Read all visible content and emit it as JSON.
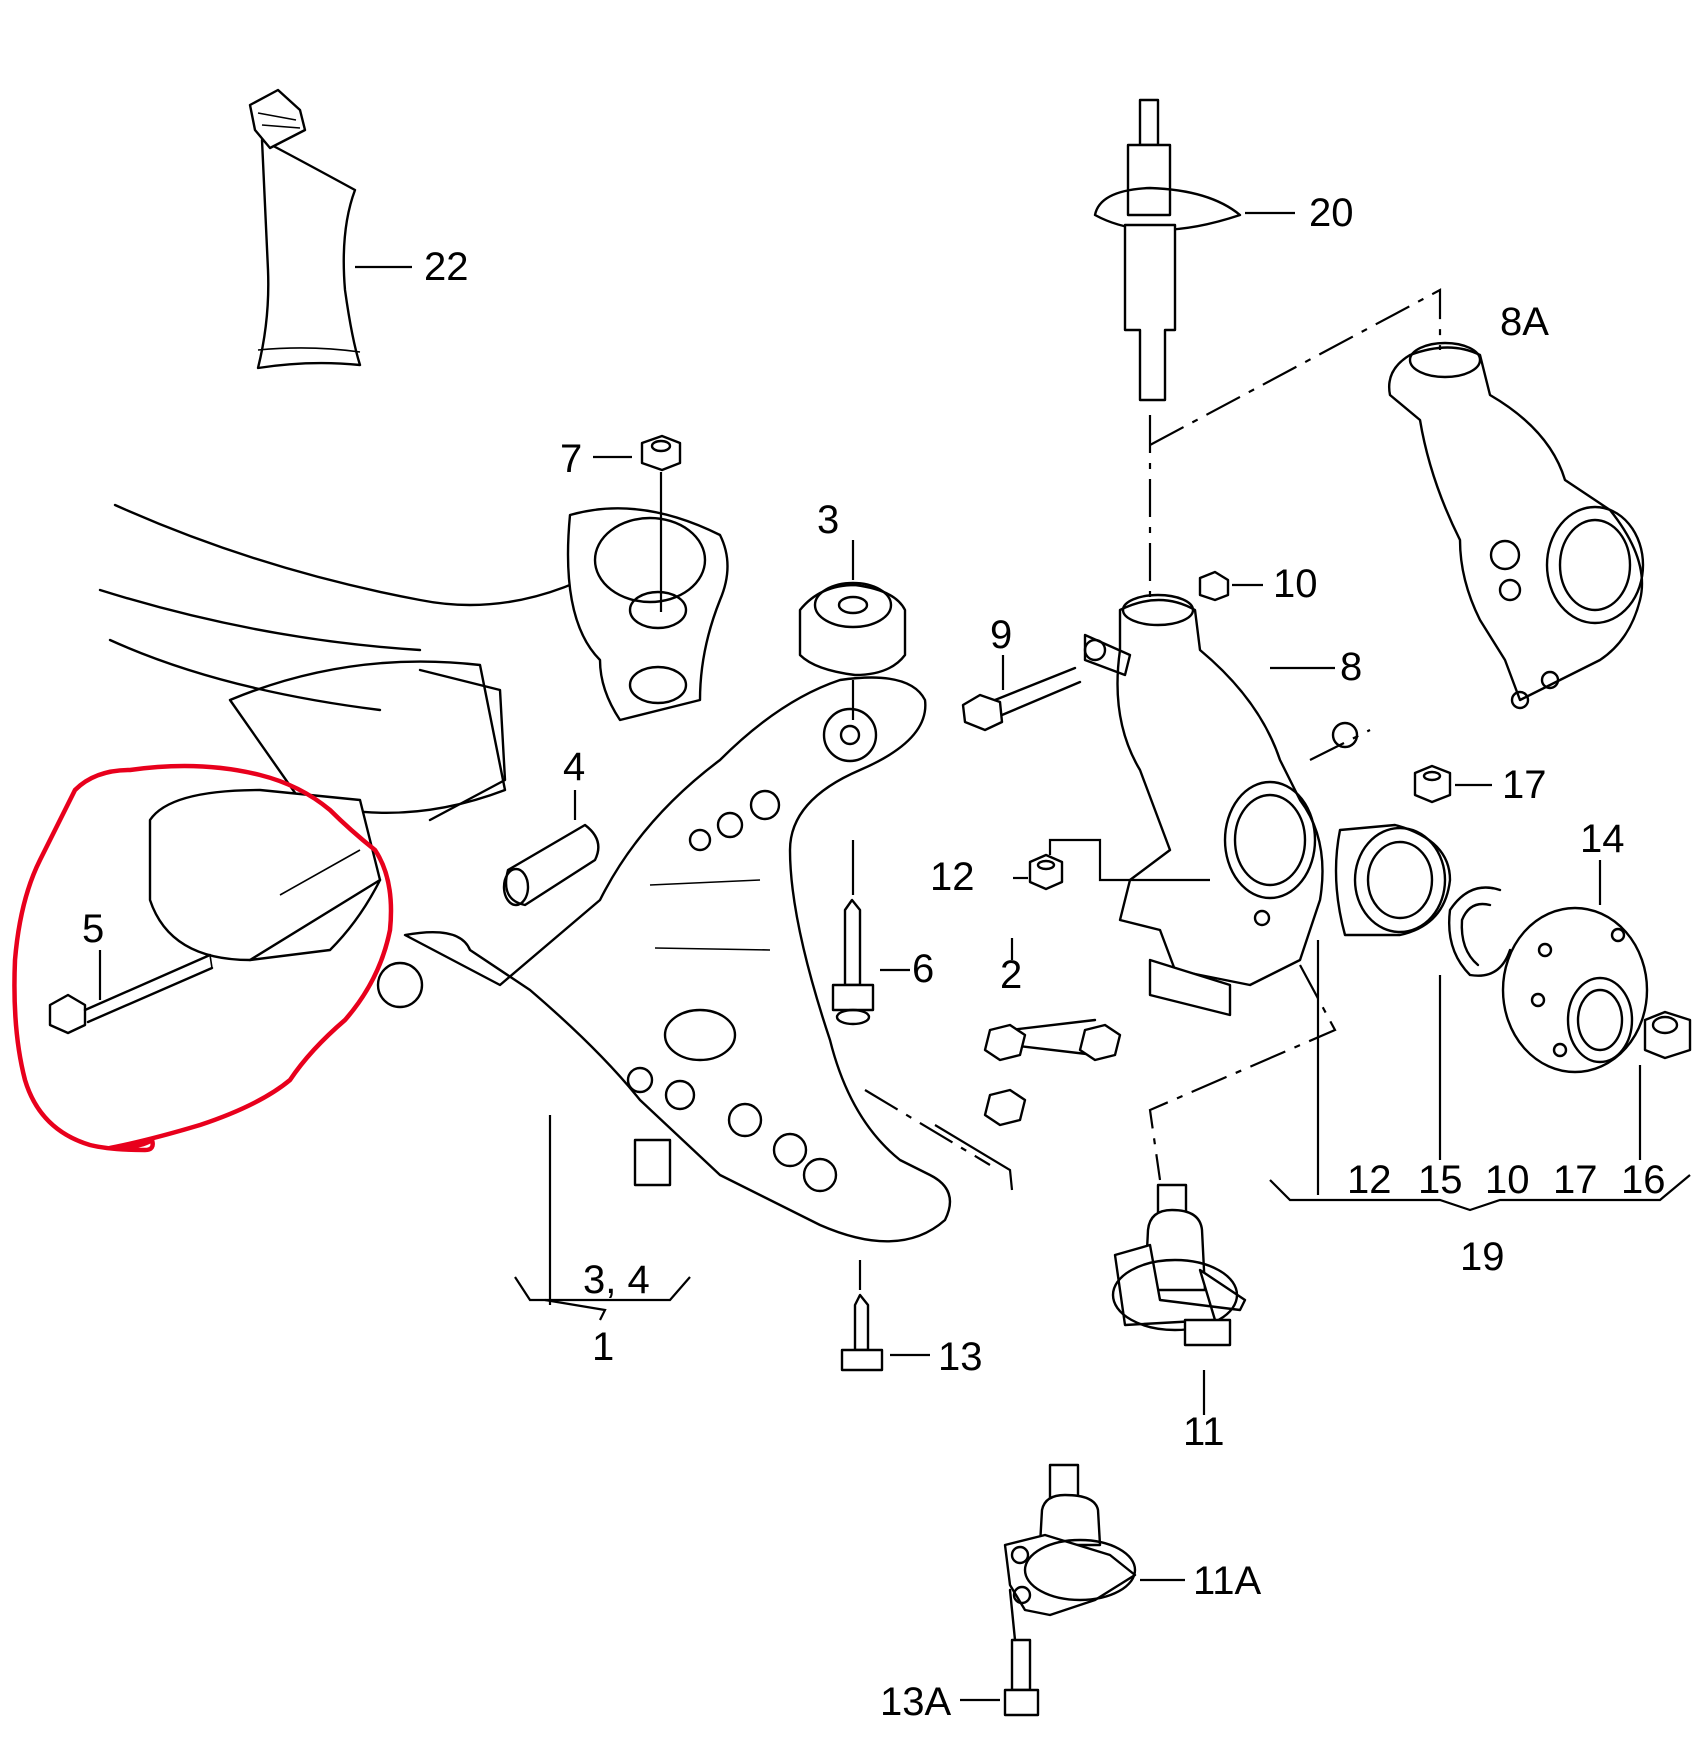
{
  "labels": {
    "p1": "1",
    "p2": "2",
    "p3": "3",
    "p3_4": "3,  4",
    "p4": "4",
    "p5": "5",
    "p6": "6",
    "p7": "7",
    "p8": "8",
    "p8A": "8A",
    "p9": "9",
    "p10": "10",
    "p11": "11",
    "p11A": "11A",
    "p12": "12",
    "p13": "13",
    "p13A": "13A",
    "p14": "14",
    "p17": "17",
    "p19": "19",
    "p20": "20",
    "p22": "22",
    "g19_12": "12",
    "g19_15": "15",
    "g19_10": "10",
    "g19_17": "17",
    "g19_16": "16"
  },
  "highlight": {
    "color": "#e8001c",
    "target_part": "5"
  }
}
